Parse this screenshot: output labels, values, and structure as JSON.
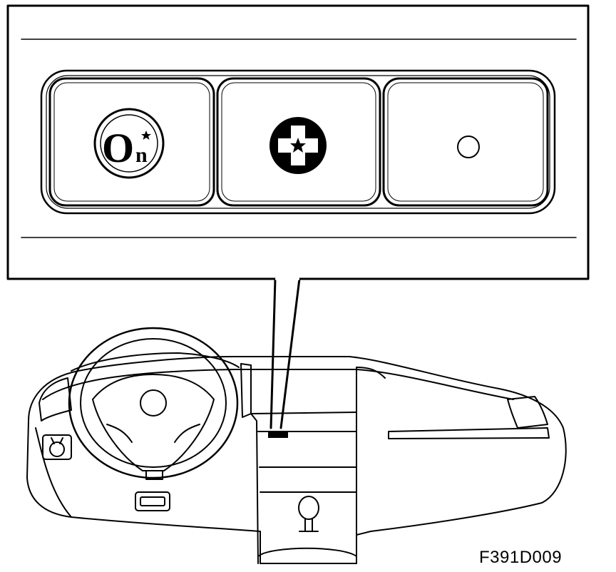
{
  "figure": {
    "code": "F391D009"
  },
  "callout": {
    "buttons": [
      {
        "id": "onstar",
        "icon": "onstar-logo-icon",
        "text": "On",
        "interactable": true
      },
      {
        "id": "emergency",
        "icon": "emergency-cross-star-icon",
        "interactable": true
      },
      {
        "id": "status",
        "icon": "status-indicator-icon",
        "interactable": false
      }
    ]
  },
  "dashboard": {
    "highlighted_part": "onstar-button-panel"
  },
  "colors": {
    "line": "#000000",
    "background": "#ffffff"
  }
}
